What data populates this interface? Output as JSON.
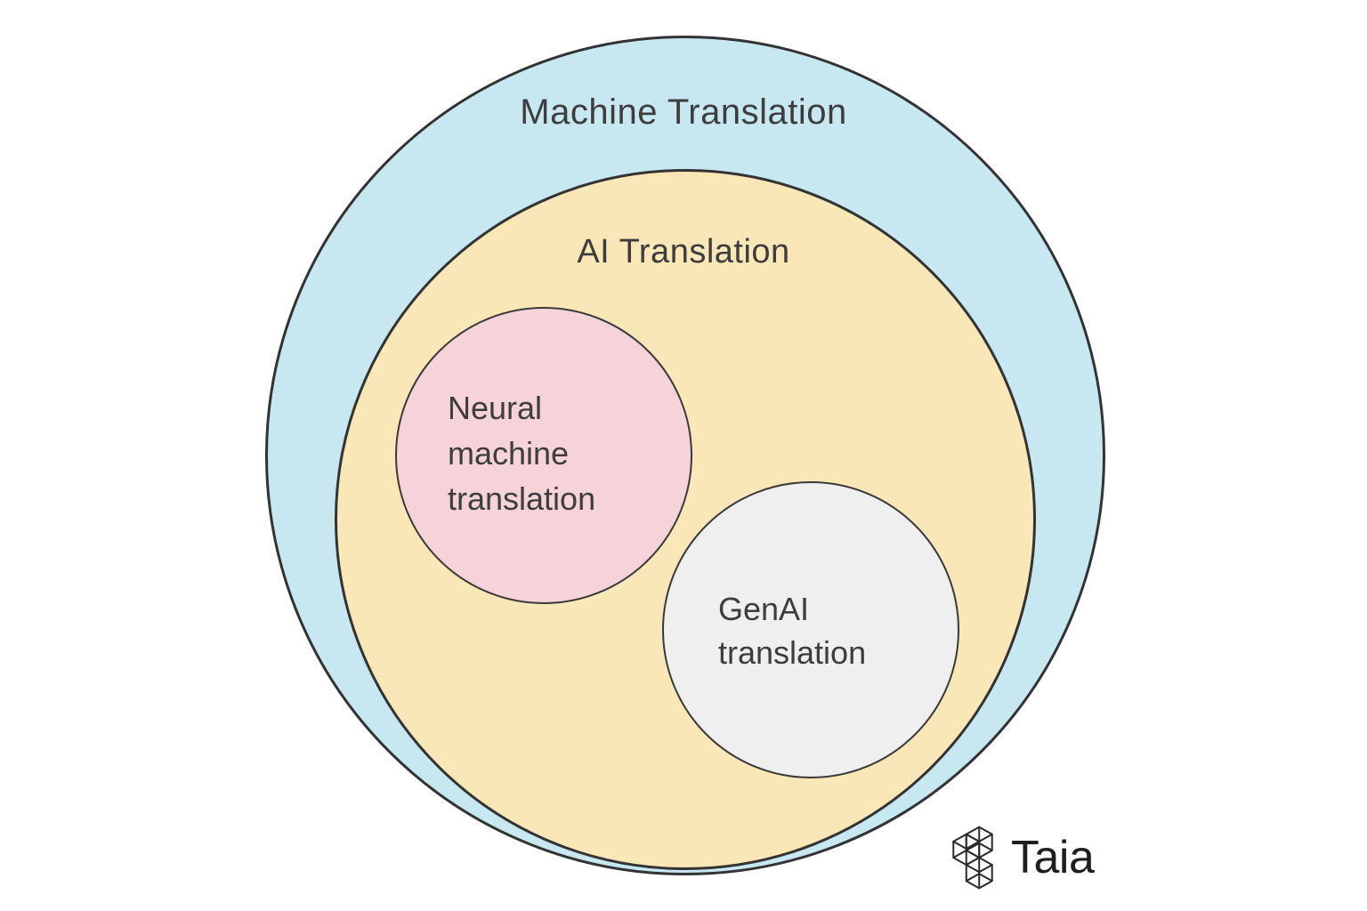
{
  "diagram": {
    "type": "nested-euler",
    "sets": [
      {
        "id": "machine-translation",
        "label": "Machine Translation",
        "fill": "#c7e8f1"
      },
      {
        "id": "ai-translation",
        "label": "AI Translation",
        "fill": "#fae7b8"
      },
      {
        "id": "neural-machine-translation",
        "label": "Neural machine translation",
        "fill": "#f5d3d9"
      },
      {
        "id": "genai-translation",
        "label": "GenAI translation",
        "fill": "#efefef"
      }
    ],
    "hierarchy": "Machine Translation > AI Translation > (Neural machine translation, GenAI translation)",
    "outline_color": "#333333",
    "label_color": "#3d3d3d"
  },
  "branding": {
    "wordmark": "Taia",
    "wordmark_color": "#1f1f1f",
    "logo_icon": "taia-cubes-logo-icon"
  },
  "page": {
    "background": "#ffffff"
  }
}
